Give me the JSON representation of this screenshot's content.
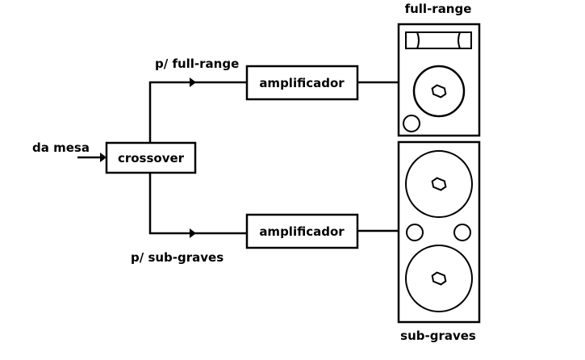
{
  "diagram": {
    "input_label": "da mesa",
    "crossover_label": "crossover",
    "path_fullrange_label": "p/ full-range",
    "path_subgraves_label": "p/ sub-graves",
    "amp_top_label": "amplificador",
    "amp_bottom_label": "amplificador",
    "speaker_top_label": "full-range",
    "speaker_bottom_label": "sub-graves"
  }
}
